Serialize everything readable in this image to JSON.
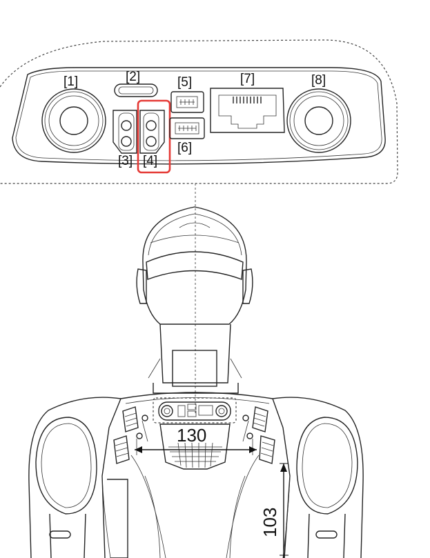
{
  "ports": {
    "p1": "[1]",
    "p2": "[2]",
    "p3": "[3]",
    "p4": "[4]",
    "p5": "[5]",
    "p6": "[6]",
    "p7": "[7]",
    "p8": "[8]"
  },
  "dimensions": {
    "width": "130",
    "height": "103"
  },
  "colors": {
    "line": "#222222",
    "highlight": "#e53935",
    "background": "#ffffff"
  }
}
